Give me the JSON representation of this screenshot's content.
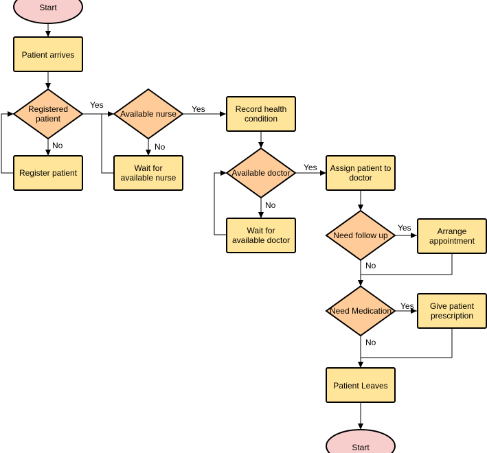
{
  "colors": {
    "process_fill": "#ffe599",
    "decision_fill": "#ffcc99",
    "terminal_fill": "#f8cecc",
    "stroke": "#000000"
  },
  "nodes": {
    "start_top": "Start",
    "patient_arrives": "Patient arrives",
    "registered_patient": [
      "Registered",
      "patient"
    ],
    "register_patient": "Register patient",
    "available_nurse": "Available nurse",
    "wait_nurse": [
      "Wait for",
      "available nurse"
    ],
    "record_health": [
      "Record health",
      "condition"
    ],
    "available_doctor": "Available doctor",
    "wait_doctor": [
      "Wait for",
      "available doctor"
    ],
    "assign_doctor": [
      "Assign patient to",
      "doctor"
    ],
    "need_follow_up": "Need follow up",
    "arrange_appointment": [
      "Arrange",
      "appointment"
    ],
    "need_medication": "Need Medication",
    "give_prescription": [
      "Give patient",
      "prescription"
    ],
    "patient_leaves": "Patient Leaves",
    "start_bottom": "Start"
  },
  "edge_labels": {
    "registered_yes": "Yes",
    "registered_no": "No",
    "nurse_yes": "Yes",
    "nurse_no": "No",
    "doctor_yes": "Yes",
    "doctor_no": "No",
    "followup_yes": "Yes",
    "followup_no": "No",
    "medication_yes": "Yes",
    "medication_no": "No"
  }
}
